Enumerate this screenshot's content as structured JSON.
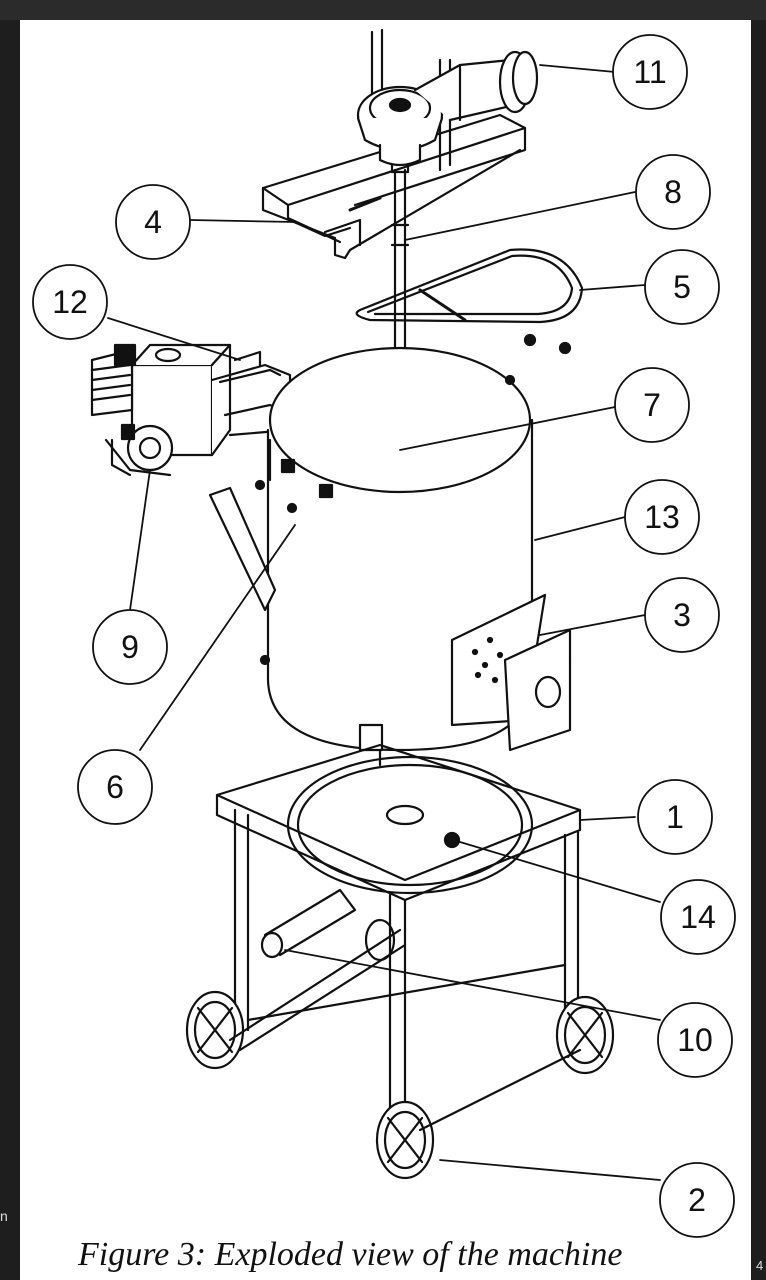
{
  "caption": "Figure 3: Exploded view of the machine",
  "edge_left": "n",
  "edge_right": "4",
  "callouts": [
    "11",
    "8",
    "4",
    "5",
    "12",
    "7",
    "13",
    "3",
    "9",
    "6",
    "1",
    "14",
    "10",
    "2"
  ],
  "colors": {
    "background": "#1e1e1e",
    "paper": "#ffffff",
    "ink": "#111111"
  }
}
